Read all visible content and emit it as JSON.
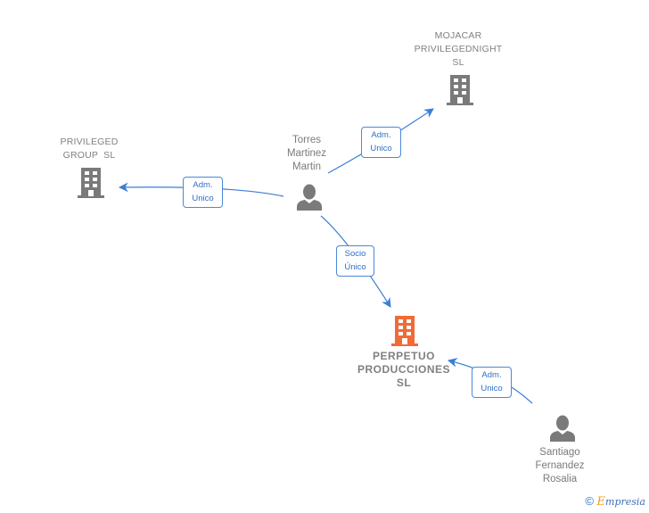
{
  "nodes": {
    "mojacar": {
      "lines": [
        "MOJACAR",
        "PRIVILEGEDNIGHT",
        "SL"
      ],
      "type": "company",
      "icon": "building-icon",
      "color": "#7a7a7a"
    },
    "privileged": {
      "lines": [
        "PRIVILEGED",
        "GROUP  SL"
      ],
      "type": "company",
      "icon": "building-icon",
      "color": "#7a7a7a"
    },
    "torres": {
      "lines": [
        "Torres",
        "Martinez",
        "Martin"
      ],
      "type": "person",
      "icon": "person-icon",
      "color": "#7a7a7a"
    },
    "perpetuo": {
      "lines": [
        "PERPETUO",
        "PRODUCCIONES",
        "SL"
      ],
      "type": "company-main",
      "icon": "building-icon",
      "color": "#f26a35"
    },
    "santiago": {
      "lines": [
        "Santiago",
        "Fernandez",
        "Rosalia"
      ],
      "type": "person",
      "icon": "person-icon",
      "color": "#7a7a7a"
    }
  },
  "edges": [
    {
      "from": "torres",
      "to": "mojacar",
      "label": [
        "Adm.",
        "Unico"
      ]
    },
    {
      "from": "torres",
      "to": "privileged",
      "label": [
        "Adm.",
        "Unico"
      ]
    },
    {
      "from": "torres",
      "to": "perpetuo",
      "label": [
        "Socio",
        "Único"
      ]
    },
    {
      "from": "santiago",
      "to": "perpetuo",
      "label": [
        "Adm.",
        "Unico"
      ]
    }
  ],
  "colors": {
    "edge": "#3b7fd4",
    "edge_label_text": "#2f6fc9",
    "main_node": "#f26a35",
    "node": "#7a7a7a"
  },
  "footer": {
    "copyright_symbol": "©",
    "brand_first": "E",
    "brand_rest": "mpresia"
  }
}
